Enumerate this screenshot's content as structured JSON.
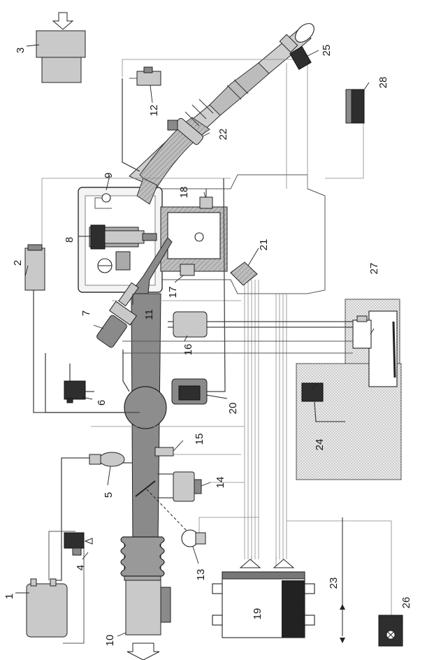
{
  "components": [
    {
      "id": "1",
      "label": "1"
    },
    {
      "id": "2",
      "label": "2"
    },
    {
      "id": "3",
      "label": "3"
    },
    {
      "id": "4",
      "label": "4"
    },
    {
      "id": "5",
      "label": "5"
    },
    {
      "id": "6",
      "label": "6"
    },
    {
      "id": "7",
      "label": "7"
    },
    {
      "id": "8",
      "label": "8"
    },
    {
      "id": "9",
      "label": "9"
    },
    {
      "id": "10",
      "label": "10"
    },
    {
      "id": "11",
      "label": "11"
    },
    {
      "id": "12",
      "label": "12"
    },
    {
      "id": "13",
      "label": "13"
    },
    {
      "id": "14",
      "label": "14"
    },
    {
      "id": "15",
      "label": "15"
    },
    {
      "id": "16",
      "label": "16"
    },
    {
      "id": "17",
      "label": "17"
    },
    {
      "id": "18",
      "label": "18"
    },
    {
      "id": "19",
      "label": "19"
    },
    {
      "id": "20",
      "label": "20"
    },
    {
      "id": "21",
      "label": "21"
    },
    {
      "id": "22",
      "label": "22"
    },
    {
      "id": "23",
      "label": "23"
    },
    {
      "id": "24",
      "label": "24"
    },
    {
      "id": "25",
      "label": "25"
    },
    {
      "id": "26",
      "label": "26"
    },
    {
      "id": "27",
      "label": "27"
    },
    {
      "id": "28",
      "label": "28"
    }
  ],
  "colors": {
    "ink": "#1a1a1a",
    "intake_shade": "#8a8a8a",
    "tank_dots": "#d8d8d8",
    "exhaust_light": "#cfcfcf"
  }
}
